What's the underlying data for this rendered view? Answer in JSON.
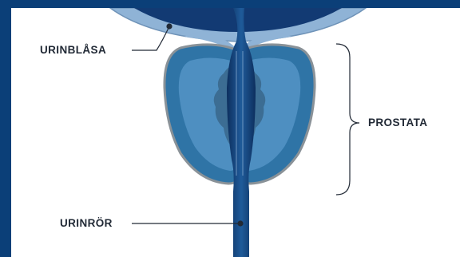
{
  "labels": {
    "bladder": "URINBLÅSA",
    "prostate": "PROSTATA",
    "urethra": "URINRÖR"
  },
  "colors": {
    "frame": "#0b3f78",
    "bladder_outer": "#8fb3d6",
    "bladder_inner": "#123a73",
    "prostate_border": "#8a9298",
    "prostate_outer": "#2f74a6",
    "prostate_mid": "#4e8fc1",
    "prostate_core": "#3c6d93",
    "urethra": "#123a73",
    "text": "#222a36"
  }
}
